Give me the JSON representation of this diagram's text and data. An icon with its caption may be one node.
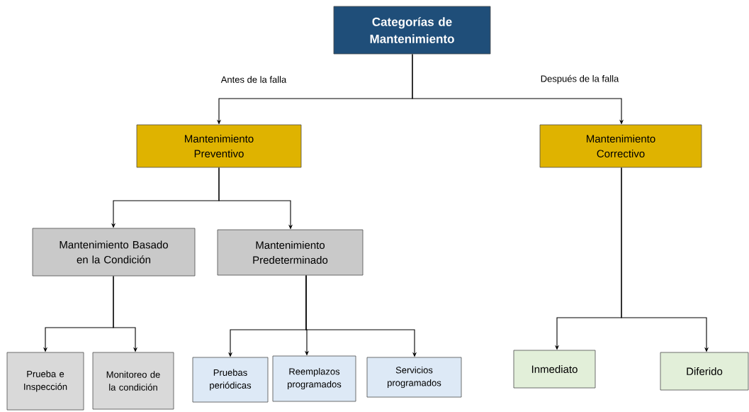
{
  "diagram": {
    "nodes": [
      {
        "text": [
          "Categorías de Mantenimiento"
        ]
      },
      {
        "text": [
          "Mantenimiento Preventivo"
        ]
      },
      {
        "text": [
          "Mantenimiento Correctivo"
        ]
      },
      {
        "text": [
          "Mantenimiento Basado en la Condición"
        ]
      },
      {
        "text": [
          "Mantenimiento Predeterminado"
        ]
      },
      {
        "text": [
          "Prueba e Inspección"
        ]
      },
      {
        "text": [
          "Monitoreo de la condición"
        ]
      },
      {
        "text": [
          "Pruebas periódicas"
        ]
      },
      {
        "text": [
          "Reemplazos programados"
        ]
      },
      {
        "text": [
          "Servicios programados"
        ]
      },
      {
        "text": [
          "Inmediato"
        ]
      },
      {
        "text": [
          "Diferido"
        ]
      }
    ],
    "edges": [
      {
        "from": 0,
        "to": 1,
        "arrow": "to",
        "label": "Antes de la falla"
      },
      {
        "from": 0,
        "to": 2,
        "arrow": "to",
        "label": "Después de la falla"
      },
      {
        "from": 1,
        "to": 3,
        "arrow": "to"
      },
      {
        "from": 1,
        "to": 4,
        "arrow": "to"
      },
      {
        "from": 3,
        "to": 5,
        "arrow": "to"
      },
      {
        "from": 3,
        "to": 6,
        "arrow": "to"
      },
      {
        "from": 4,
        "to": 7,
        "arrow": "to"
      },
      {
        "from": 4,
        "to": 8,
        "arrow": "to"
      },
      {
        "from": 4,
        "to": 9,
        "arrow": "to"
      },
      {
        "from": 2,
        "to": 10,
        "arrow": "to"
      },
      {
        "from": 2,
        "to": 11,
        "arrow": "to"
      }
    ]
  }
}
